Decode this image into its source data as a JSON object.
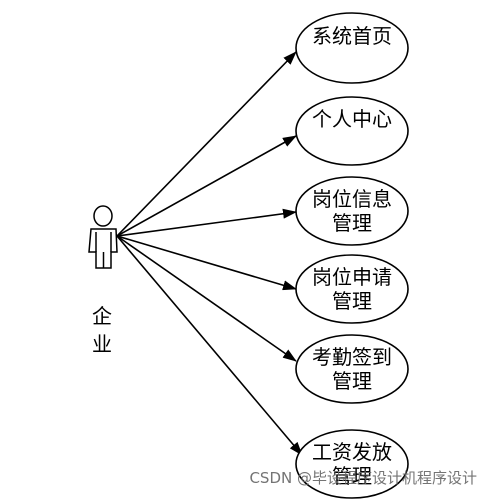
{
  "actor": {
    "label": "企业"
  },
  "use_cases": [
    {
      "label": "系统首页"
    },
    {
      "label": "个人中心"
    },
    {
      "label": "岗位信息管理"
    },
    {
      "label": "岗位申请管理"
    },
    {
      "label": "考勤签到管理"
    },
    {
      "label": "工资发放管理"
    }
  ],
  "watermark": "CSDN @毕设程序设计机程序设计",
  "colors": {
    "line": "#000000",
    "background": "#ffffff"
  }
}
